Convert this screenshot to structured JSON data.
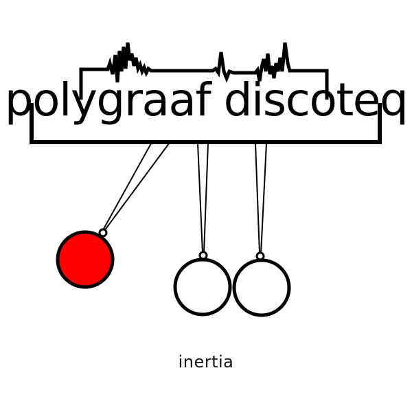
{
  "logo": {
    "title": "polygraaf discoteq",
    "subtitle": "inertia",
    "colors": {
      "stroke": "#000000",
      "accent_ball": "#ff0000",
      "background": "#ffffff"
    },
    "balls": [
      {
        "name": "swinging-ball",
        "fill": "#ff0000"
      },
      {
        "name": "resting-ball-1",
        "fill": "#ffffff"
      },
      {
        "name": "resting-ball-2",
        "fill": "#ffffff"
      }
    ]
  }
}
